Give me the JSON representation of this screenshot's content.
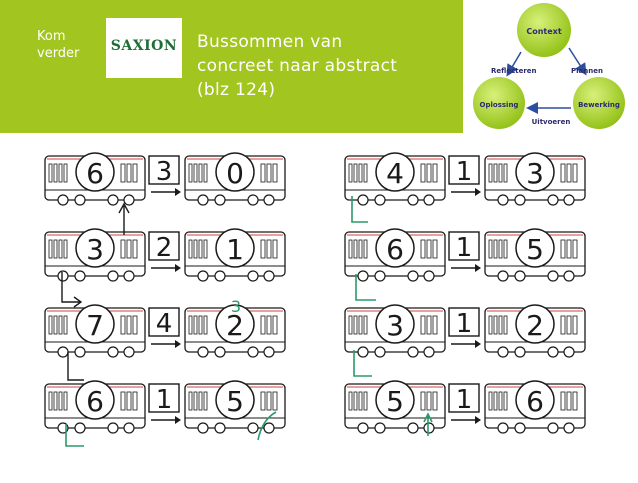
{
  "header": {
    "brand_line1": "Kom",
    "brand_line2": "verder",
    "logo_text": "SAXION",
    "title_line1": "Bussommen van",
    "title_line2": "concreet naar abstract",
    "title_line3": "(blz 124)"
  },
  "cycle": {
    "top": "Context",
    "left": "Oplossing",
    "right": "Bewerking",
    "left_arrow": "Reflecteren",
    "right_arrow": "Plannen",
    "bottom_arrow": "Uitvoeren"
  },
  "worksheet": {
    "left": [
      {
        "a": "6",
        "op": "3",
        "b": "0"
      },
      {
        "a": "3",
        "op": "2",
        "b": "1"
      },
      {
        "a": "7",
        "op": "4",
        "b": "2",
        "note": "3"
      },
      {
        "a": "6",
        "op": "1",
        "b": "5"
      }
    ],
    "right": [
      {
        "a": "4",
        "op": "1",
        "b": "3"
      },
      {
        "a": "6",
        "op": "1",
        "b": "5"
      },
      {
        "a": "3",
        "op": "1",
        "b": "2"
      },
      {
        "a": "5",
        "op": "1",
        "b": "6"
      }
    ]
  },
  "colors": {
    "header_green": "#a3c51f",
    "saxion_green": "#1f6d36",
    "ink_black": "#1a1a1a",
    "ink_green": "#2a9a6a",
    "cycle_blue": "#2b4f9e"
  }
}
